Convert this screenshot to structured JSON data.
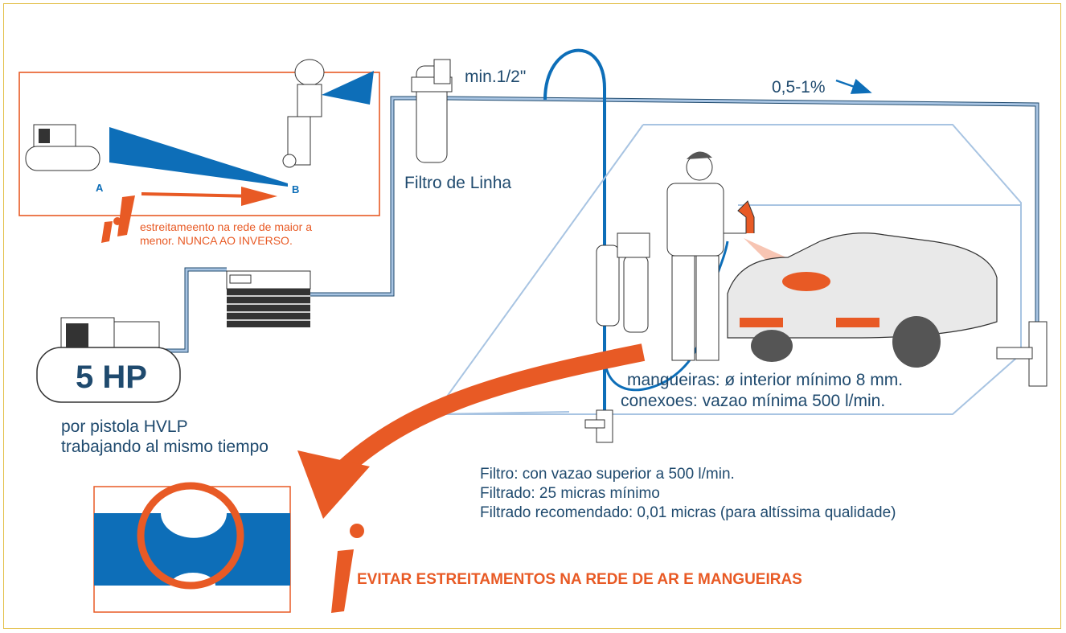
{
  "colors": {
    "pipe": "#a8c4e2",
    "pipe_dark": "#1f4a6e",
    "blue": "#0d6eb8",
    "orange": "#e85a25",
    "frame": "#e3c04a"
  },
  "inset": {
    "point_a": "A",
    "point_b": "B",
    "warning_line1": "estreitameento na rede de maior a",
    "warning_line2": "menor. NUNCA AO INVERSO."
  },
  "compressor": {
    "power": "5 HP",
    "note_line1": "por pistola HVLP",
    "note_line2": "trabajando al mismo tiempo"
  },
  "line_filter": {
    "label": "Filtro de Linha",
    "min_diameter": "min.1/2\""
  },
  "slope": {
    "label": "0,5-1%"
  },
  "hoses": {
    "line1": "mangueiras: ø interior mínimo 8 mm.",
    "line2": "conexoes: vazao mínima 500 l/min."
  },
  "filter_specs": {
    "line1": "Filtro: con vazao superior a 500 l/min.",
    "line2": "Filtrado: 25 micras mínimo",
    "line3": "Filtrado recomendado: 0,01 micras (para altíssima qualidade)"
  },
  "bottom_warning": "EVITAR ESTREITAMENTOS NA REDE DE AR E MANGUEIRAS",
  "icons": [
    "exclamation-warning-icon",
    "compressor-icon",
    "spray-gun-icon",
    "air-filter-icon",
    "air-dryer-icon",
    "painter-icon",
    "car-icon",
    "drain-valve-icon"
  ]
}
